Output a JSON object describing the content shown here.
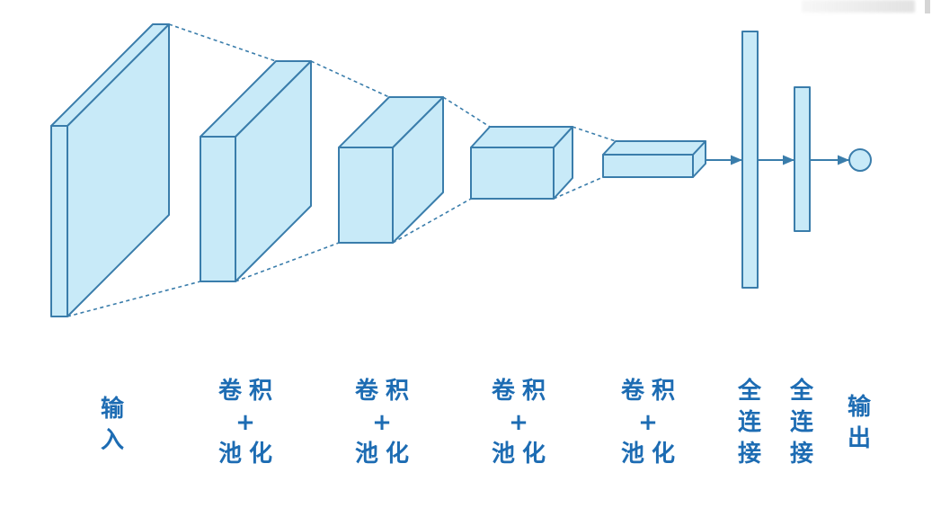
{
  "colors": {
    "background": "#ffffff",
    "block_fill": "#c8eaf8",
    "block_stroke": "#3a7dab",
    "connector": "#3a7dab",
    "label": "#1d6cb3"
  },
  "layers": [
    {
      "label": "输入"
    },
    {
      "label_lines": [
        "卷积",
        "+",
        "池化"
      ]
    },
    {
      "label_lines": [
        "卷积",
        "+",
        "池化"
      ]
    },
    {
      "label_lines": [
        "卷积",
        "+",
        "池化"
      ]
    },
    {
      "label_lines": [
        "卷积",
        "+",
        "池化"
      ]
    },
    {
      "label": "全连接"
    },
    {
      "label": "全连接"
    },
    {
      "label": "输出"
    }
  ]
}
